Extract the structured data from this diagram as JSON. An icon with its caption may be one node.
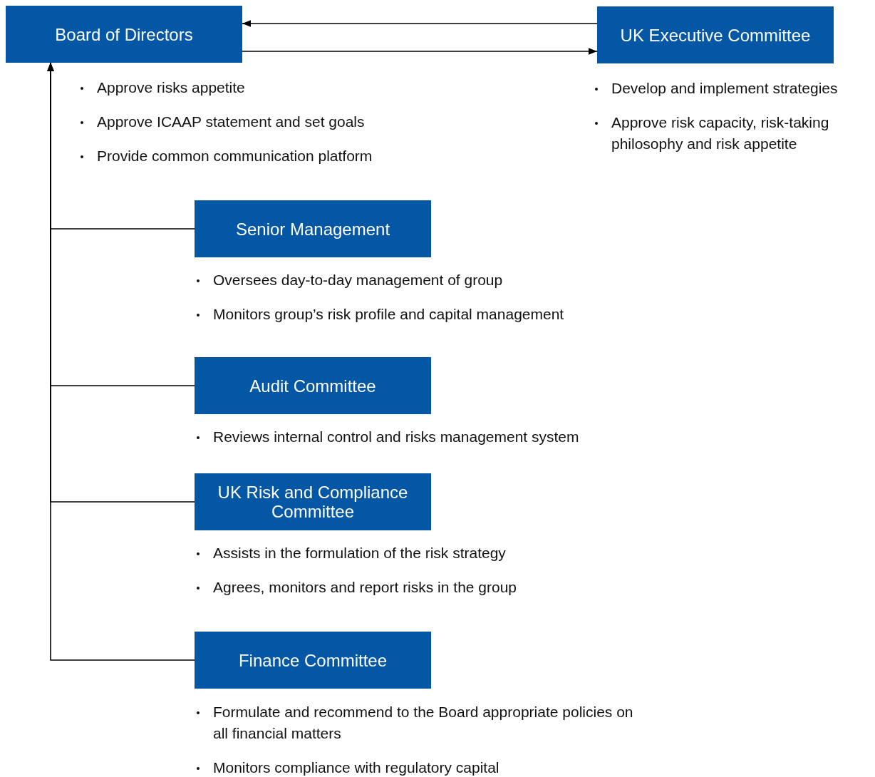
{
  "diagram": {
    "nodes": [
      {
        "text": [
          "Board of Directors"
        ],
        "beside": [
          "Approve risks appetite",
          "Approve ICAAP statement and set goals",
          "Provide common communication platform"
        ]
      },
      {
        "text": [
          "UK Executive Committee"
        ],
        "beside": [
          "Develop and implement strategies",
          "Approve risk capacity, risk-taking philosophy and risk appetite"
        ]
      },
      {
        "text": [
          "Senior Management"
        ],
        "beside": [
          "Oversees day-to-day management of group",
          "Monitors group’s risk profile and capital management"
        ]
      },
      {
        "text": [
          "Audit Committee"
        ],
        "beside": [
          "Reviews internal control and risks management system"
        ]
      },
      {
        "text": [
          "UK Risk and Compliance Committee"
        ],
        "beside": [
          "Assists in the formulation of the risk strategy",
          "Agrees, monitors and report risks in the group"
        ]
      },
      {
        "text": [
          "Finance Committee"
        ],
        "beside": [
          "Formulate and recommend to the Board appropriate policies on all financial matters",
          "Monitors compliance with regulatory capital"
        ]
      }
    ],
    "edges": [
      {
        "from": 1,
        "to": 0,
        "arrow": "to"
      },
      {
        "from": 0,
        "to": 1,
        "arrow": "to"
      },
      {
        "from": 2,
        "to": 0,
        "arrow": "to"
      },
      {
        "from": 3,
        "to": 0,
        "arrow": "to"
      },
      {
        "from": 4,
        "to": 0,
        "arrow": "to"
      },
      {
        "from": 5,
        "to": 0,
        "arrow": "to"
      }
    ]
  }
}
